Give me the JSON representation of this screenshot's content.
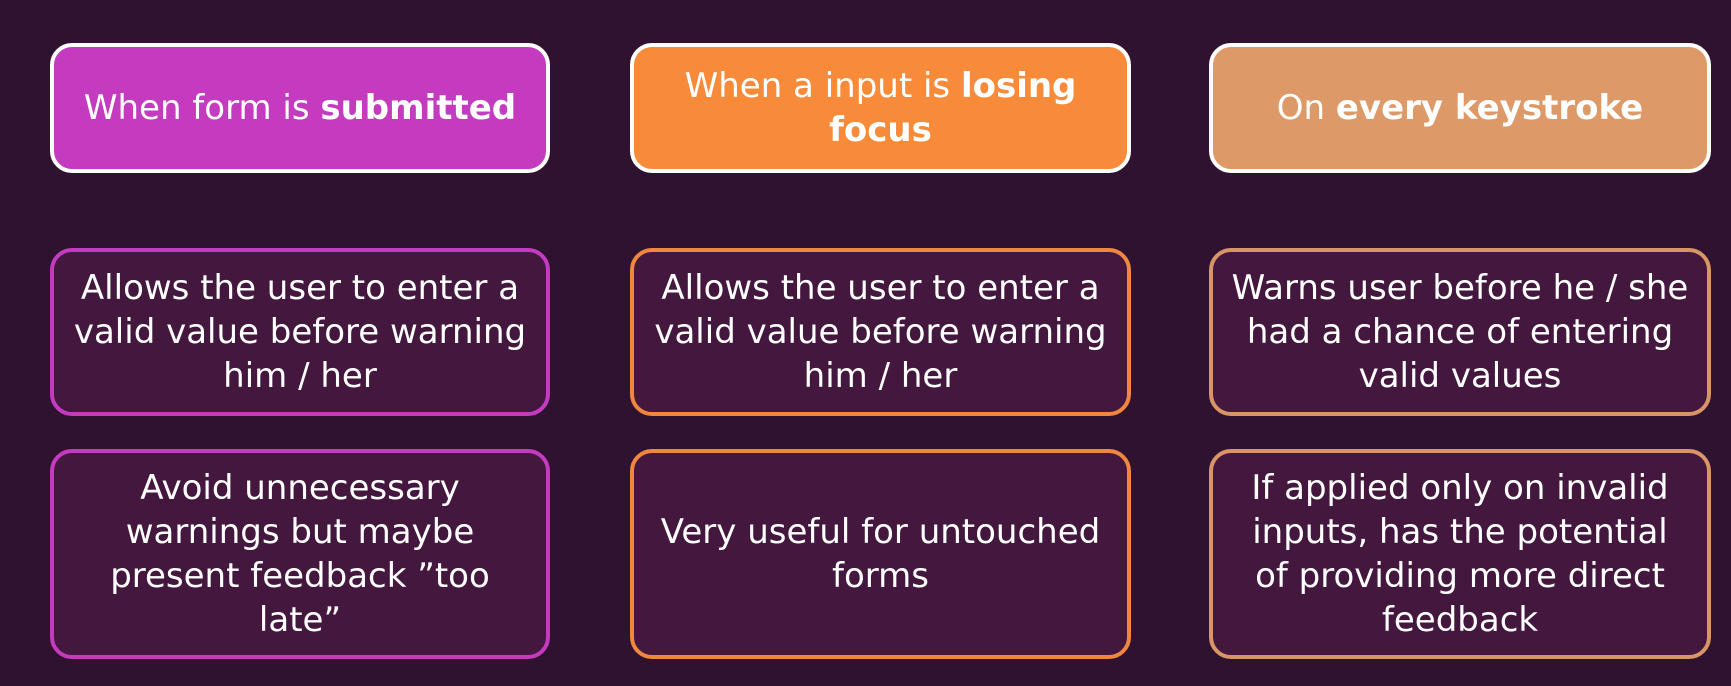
{
  "colors": {
    "background": "#2f1230",
    "card_fill": "#44173f",
    "magenta": "#c43bbf",
    "orange": "#f88b3a",
    "peach": "#dd9a68"
  },
  "columns": [
    {
      "header": {
        "prefix": "When form is ",
        "bold": "submitted"
      },
      "cards": [
        "Allows the user to enter a valid value before warning him / her",
        "Avoid unnecessary warnings but maybe present feedback ”too late”"
      ]
    },
    {
      "header": {
        "prefix": "When a input is ",
        "bold": "losing focus"
      },
      "cards": [
        "Allows the user to enter a valid value before warning him / her",
        "Very useful for untouched forms"
      ]
    },
    {
      "header": {
        "prefix": "On ",
        "bold": "every keystroke"
      },
      "cards": [
        "Warns user before he / she had a chance of entering valid values",
        "If applied only on invalid inputs, has the potential of providing more direct feedback"
      ]
    }
  ]
}
